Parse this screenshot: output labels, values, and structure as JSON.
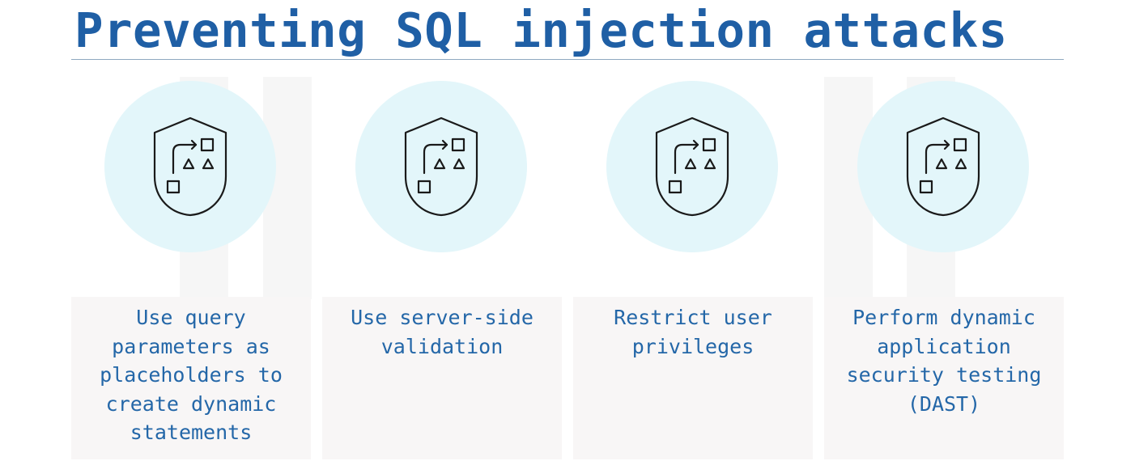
{
  "title": "Preventing SQL injection attacks",
  "colors": {
    "title": "#1f5fa5",
    "body_text": "#2467a8",
    "circle": "#e3f6fa",
    "card": "#f8f6f6",
    "icon_stroke": "#1a1a1a"
  },
  "cards": [
    {
      "icon": "security-shield-icon",
      "text": "Use query parameters as placeholders to create dynamic statements"
    },
    {
      "icon": "security-shield-icon",
      "text": "Use server-side validation"
    },
    {
      "icon": "security-shield-icon",
      "text": "Restrict user privileges"
    },
    {
      "icon": "security-shield-icon",
      "text": "Perform dynamic application security testing (DAST)"
    }
  ]
}
